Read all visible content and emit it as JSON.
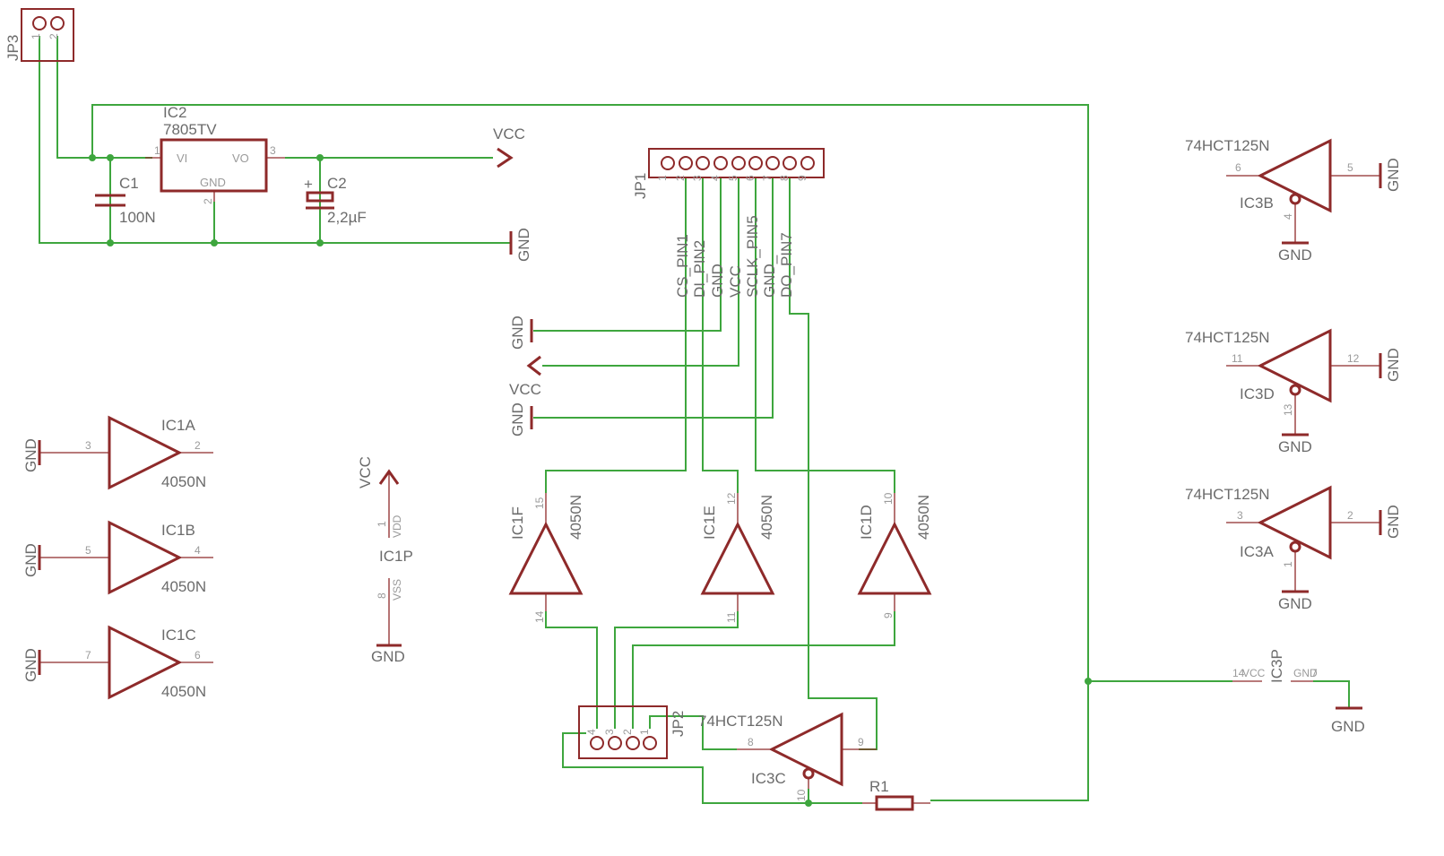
{
  "colors": {
    "symbol": "#8e2a2a",
    "wire": "#3ea63e",
    "text": "#6b6b6b",
    "background": "#ffffff"
  },
  "jp3": {
    "name": "JP3",
    "pin1": "1",
    "pin2": "2"
  },
  "ic2": {
    "name": "IC2",
    "value": "7805TV",
    "vi": "VI",
    "vo": "VO",
    "gnd": "GND",
    "pin1": "1",
    "pin2": "2",
    "pin3": "3"
  },
  "c1": {
    "name": "C1",
    "value": "100N"
  },
  "c2": {
    "name": "C2",
    "value": "2,2µF",
    "plus": "+"
  },
  "vcc_label": "VCC",
  "gnd_label": "GND",
  "jp1": {
    "name": "JP1",
    "pins": [
      "1",
      "2",
      "3",
      "4",
      "5",
      "6",
      "7",
      "8",
      "9"
    ],
    "nets": [
      "CS_PIN1",
      "DI_PIN2",
      "GND",
      "VCC",
      "SCLK_PIN5",
      "GND_",
      "DO_PIN7"
    ]
  },
  "ic1": {
    "value": "4050N",
    "a": {
      "name": "IC1A",
      "in": "3",
      "out": "2"
    },
    "b": {
      "name": "IC1B",
      "in": "5",
      "out": "4"
    },
    "c": {
      "name": "IC1C",
      "in": "7",
      "out": "6"
    },
    "d": {
      "name": "IC1D",
      "in": "10",
      "out": "9"
    },
    "e": {
      "name": "IC1E",
      "in": "12",
      "out": "11"
    },
    "f": {
      "name": "IC1F",
      "in": "15",
      "out": "14"
    },
    "p": {
      "name": "IC1P",
      "vdd_pin": "1",
      "vdd": "VDD",
      "vss_pin": "8",
      "vss": "VSS"
    }
  },
  "ic3": {
    "value": "74HCT125N",
    "a": {
      "name": "IC3A",
      "in": "3",
      "out": "2",
      "oe": "1"
    },
    "b": {
      "name": "IC3B",
      "in": "6",
      "out": "5",
      "oe": "4"
    },
    "c": {
      "name": "IC3C",
      "in": "8",
      "out": "9",
      "oe": "10"
    },
    "d": {
      "name": "IC3D",
      "in": "11",
      "out": "12",
      "oe": "13"
    },
    "p": {
      "name": "IC3P",
      "vcc_pin": "14",
      "vcc": "VCC",
      "gnd": "GND",
      "gnd_pin": "7"
    }
  },
  "jp2": {
    "name": "JP2",
    "pins": [
      "4",
      "3",
      "2",
      "1"
    ]
  },
  "r1": {
    "name": "R1"
  }
}
